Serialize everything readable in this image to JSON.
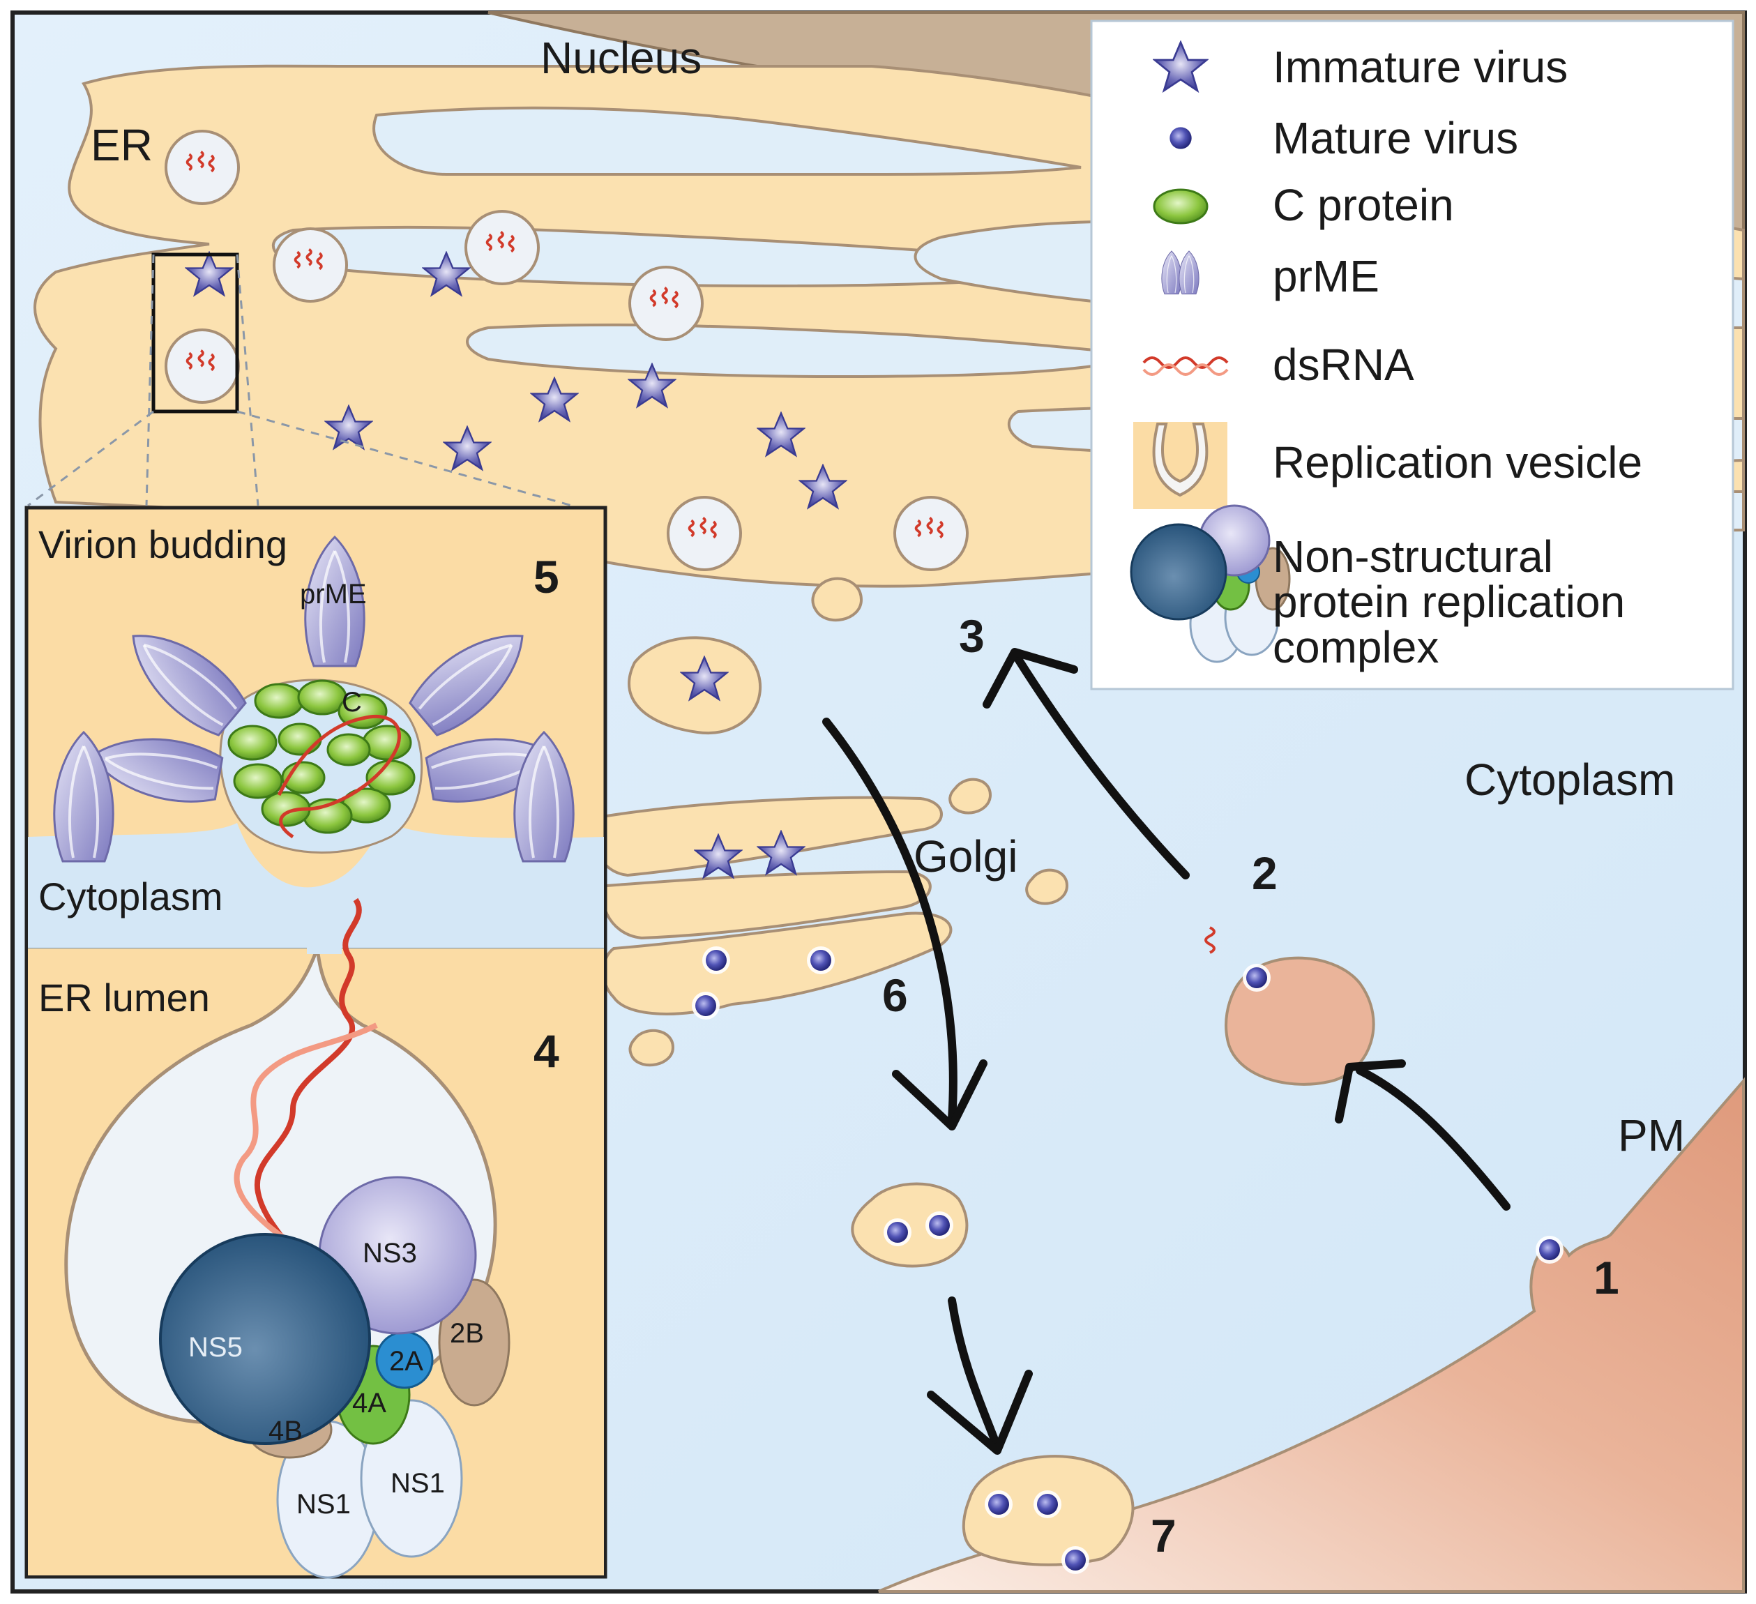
{
  "labels": {
    "nucleus": "Nucleus",
    "er": "ER",
    "cytoplasm": "Cytoplasm",
    "golgi": "Golgi",
    "pm": "PM"
  },
  "inset": {
    "virion_budding": "Virion budding",
    "prme": "prME",
    "c": "C",
    "cytoplasm": "Cytoplasm",
    "er_lumen": "ER lumen",
    "step5": "5",
    "step4": "4",
    "proteins": {
      "ns3": "NS3",
      "ns5": "NS5",
      "p2b": "2B",
      "p2a": "2A",
      "p4a": "4A",
      "p4b": "4B",
      "ns1a": "NS1",
      "ns1b": "NS1"
    }
  },
  "legend": {
    "items": [
      {
        "label": "Immature virus",
        "icon": "star-icon"
      },
      {
        "label": "Mature virus",
        "icon": "dot-icon"
      },
      {
        "label": "C protein",
        "icon": "ellipse-icon"
      },
      {
        "label": "prME",
        "icon": "prme-icon"
      },
      {
        "label": "dsRNA",
        "icon": "dsrna-icon"
      },
      {
        "label": "Replication vesicle",
        "icon": "vesicle-icon"
      }
    ],
    "complex_lines": [
      "Non-structural",
      "protein replication",
      "complex"
    ]
  },
  "steps": {
    "s1": "1",
    "s2": "2",
    "s3": "3",
    "s6": "6",
    "s7": "7"
  },
  "colors": {
    "cytoplasm_bg": "#dcecf9",
    "er": "#fbe1b0",
    "nucleus": "#c7b096",
    "virus_purple": "#3d3f9a",
    "c_protein": "#8cc63f",
    "pm": "#e9a989",
    "ns5": "#2d5f86",
    "ns3": "#b1aedc",
    "ns1": "#eaf1fa",
    "p2a": "#2b8ed1",
    "p4a": "#73c043",
    "p2b": "#c9ab8f"
  }
}
